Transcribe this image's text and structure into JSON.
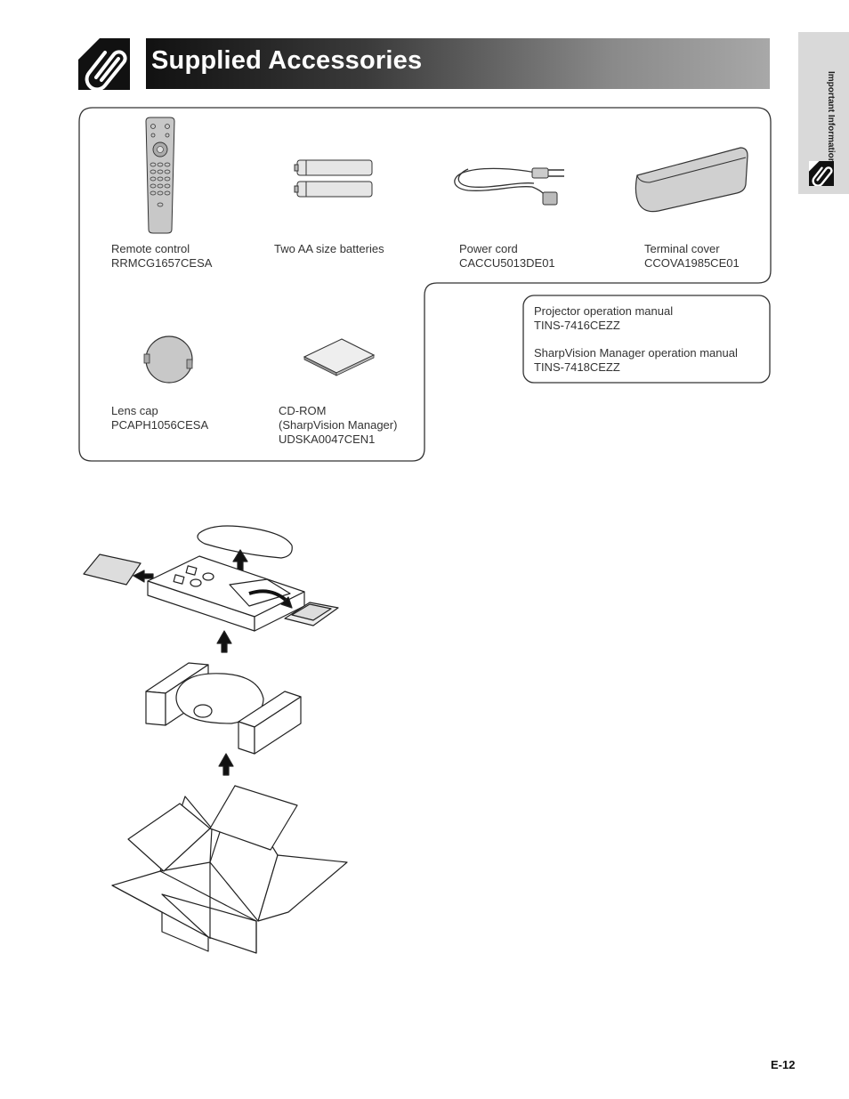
{
  "header": {
    "title": "Supplied Accessories"
  },
  "side_tab": {
    "label": "Important Information"
  },
  "accessories_top": [
    {
      "name": "Remote control",
      "code": "RRMCG1657CESA"
    },
    {
      "name": "Two AA size batteries",
      "code": ""
    },
    {
      "name": "Power cord",
      "code": "CACCU5013DE01"
    },
    {
      "name": "Terminal cover",
      "code": "CCOVA1985CE01"
    }
  ],
  "accessories_bottom": [
    {
      "name": "Lens cap",
      "code": "PCAPH1056CESA"
    },
    {
      "name": "CD-ROM",
      "subtitle": "(SharpVision Manager)",
      "code": "UDSKA0047CEN1"
    }
  ],
  "manuals": [
    {
      "name": "Projector operation manual",
      "code": "TINS-7416CEZZ"
    },
    {
      "name": "SharpVision Manager operation manual",
      "code": "TINS-7418CEZZ"
    }
  ],
  "footer": {
    "page_number": "E-12"
  }
}
